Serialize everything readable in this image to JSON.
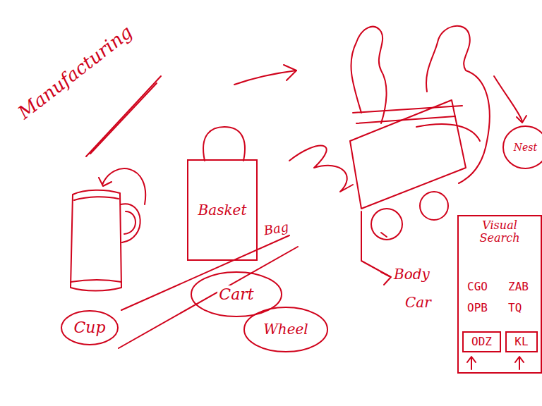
{
  "diagram": {
    "nodes": [
      {
        "text": [
          "Basket"
        ]
      },
      {
        "text": [
          "Cup"
        ]
      },
      {
        "text": [
          "Cart"
        ]
      },
      {
        "text": [
          "Wheel"
        ]
      },
      {
        "text": [
          "Nest"
        ]
      },
      {
        "text": [
          "Visual Search"
        ]
      },
      {
        "text": [
          "ODZ"
        ],
        "in": 5
      },
      {
        "text": [
          "KL"
        ],
        "in": 5
      }
    ],
    "labels": [
      "Manufacturing",
      "Bag",
      "Body",
      "Car",
      "CGO",
      "OPB",
      "ZAB",
      "TQ"
    ]
  }
}
